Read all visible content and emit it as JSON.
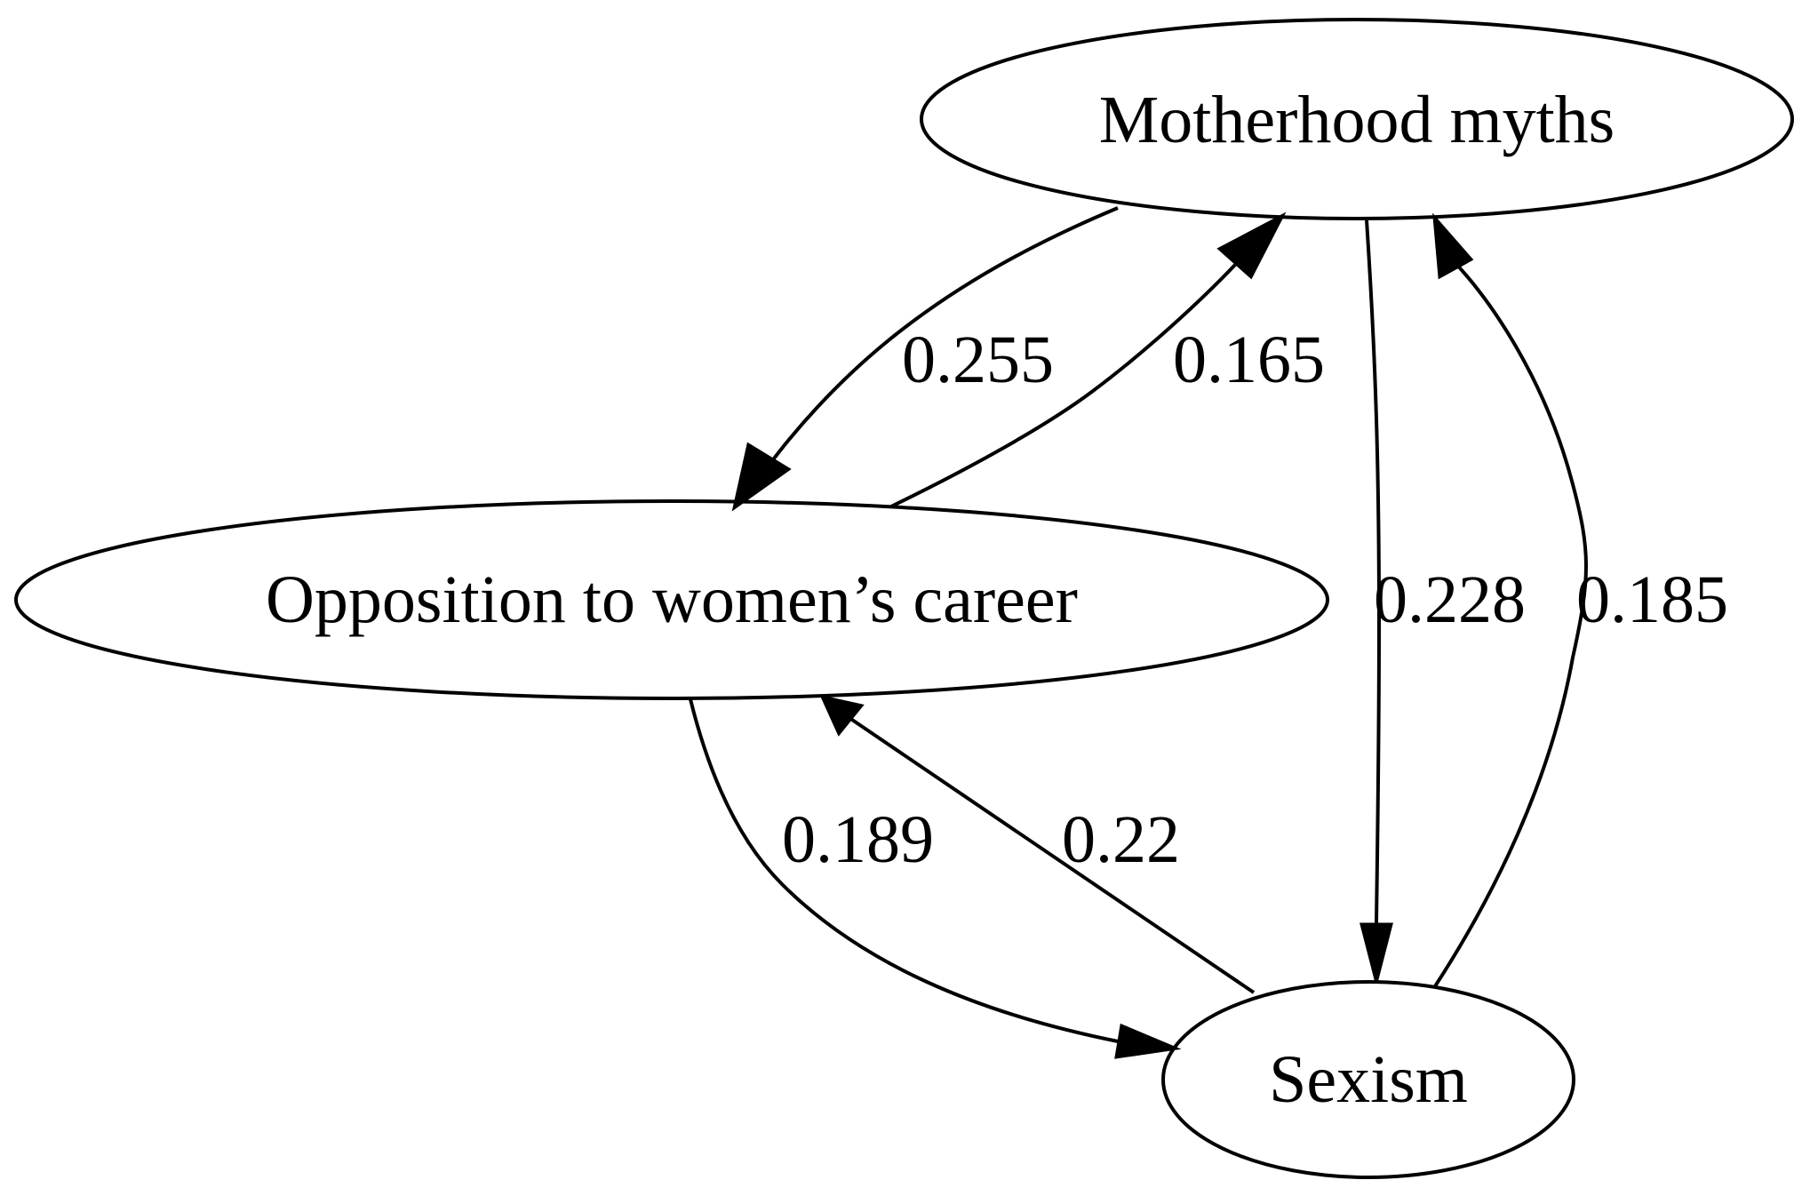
{
  "nodes": {
    "motherhood": {
      "label": "Motherhood myths"
    },
    "opposition": {
      "label": "Opposition to women’s career"
    },
    "sexism": {
      "label": "Sexism"
    }
  },
  "edges": {
    "motherhood_to_opposition": {
      "from": "Motherhood myths",
      "to": "Opposition to women’s career",
      "weight": "0.255"
    },
    "opposition_to_motherhood": {
      "from": "Opposition to women’s career",
      "to": "Motherhood myths",
      "weight": "0.165"
    },
    "motherhood_to_sexism": {
      "from": "Motherhood myths",
      "to": "Sexism",
      "weight": "0.228"
    },
    "sexism_to_motherhood": {
      "from": "Sexism",
      "to": "Motherhood myths",
      "weight": "0.185"
    },
    "opposition_to_sexism": {
      "from": "Opposition to women’s career",
      "to": "Sexism",
      "weight": "0.189"
    },
    "sexism_to_opposition": {
      "from": "Sexism",
      "to": "Opposition to women’s career",
      "weight": "0.22"
    }
  }
}
